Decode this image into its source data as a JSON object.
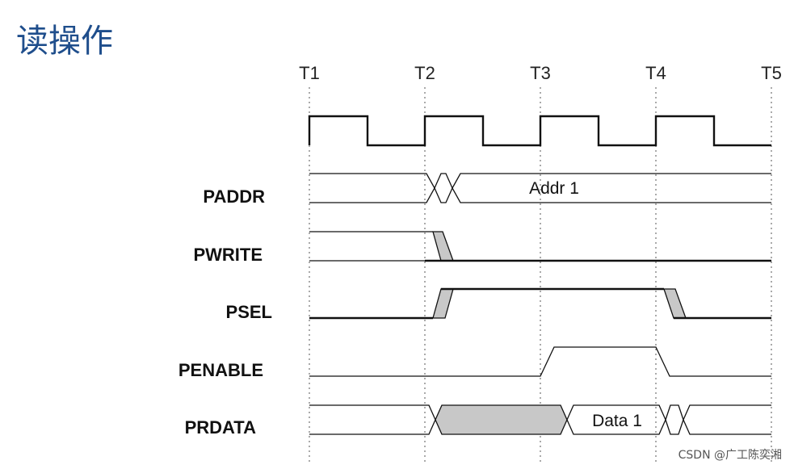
{
  "title": "读操作",
  "time_markers": [
    "T1",
    "T2",
    "T3",
    "T4",
    "T5"
  ],
  "signals": {
    "paddr": "PADDR",
    "pwrite": "PWRITE",
    "psel": "PSEL",
    "penable": "PENABLE",
    "prdata": "PRDATA"
  },
  "values": {
    "addr": "Addr 1",
    "data": "Data 1"
  },
  "watermark": "CSDN @广工陈奕湘",
  "colors": {
    "title": "#1f4e8c",
    "transition_fill": "#c8c8c8"
  }
}
